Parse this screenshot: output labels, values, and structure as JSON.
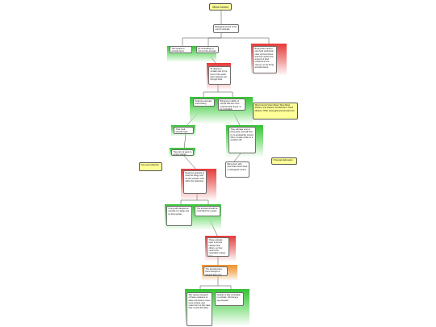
{
  "root": "Mind Control",
  "nodes": {
    "n1": "Biological control is the one for animals.",
    "n2": "This project is animals level.",
    "n3": "By controlling on food of the animals.",
    "n4": "Buying farm land to stop food production, raise up food crises and thus reduce the amount of food produced in the country, so the living animals starve.",
    "n5": "To destroy a smaller part of the food of the world that creatures eat through food.",
    "n6": "Real time animals and thinking.",
    "n7": "Bringing an ability of people that are more powerful than these, to be controlled.",
    "n8": "Their food animals have thinking to know.",
    "n9": "They will take a lot of living pets, and will thus try to persistently control them, to take a bite on a weather still.",
    "n10": "They do not want to control quickly.",
    "n11": "Being born with chemicals which feed on biological control.",
    "n12": "Real time animals to treat the trilogy and do the animals more within the television.",
    "n13": "Living with dangerous animals in a large size to show power.",
    "n14": "The animals should be controlled from power.",
    "n15": "These animals have a lot less intellect than others, so they need to be controlled in large form.",
    "n16": "The animals have been thought to thought their own domestic.",
    "n17": "The various research of these creatures to allow scientists to have more control, and make them to fully take their control domestic.",
    "n18": "Nobody is fully controlled to animals, this being a step forward."
  },
  "notes": {
    "citation": "'Mind Control Vision Book' 'Slow Mind Shifters' and 'Reason Pet Behavior' 'Mind Minders' 2000, www.gallery/mind-web.html",
    "tag_left": "Pets and Collection",
    "tag_right": "Protestant Education"
  },
  "colors": {
    "connector": "#2e2e2e",
    "green": "#33c233",
    "red": "#e63a3a",
    "orange": "#f0902a",
    "note": "#ffff99"
  }
}
